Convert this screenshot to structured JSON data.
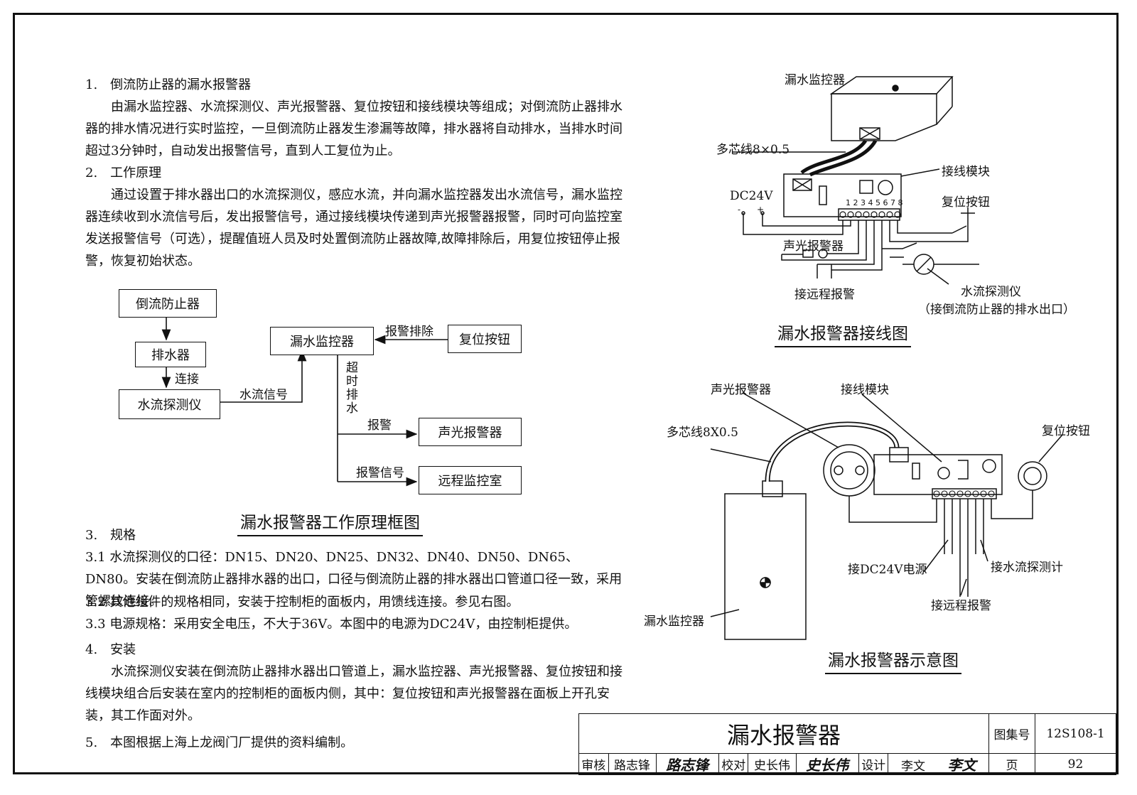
{
  "sections": {
    "s1_heading": "1.　倒流防止器的漏水报警器",
    "s1_body": "由漏水监控器、水流探测仪、声光报警器、复位按钮和接线模块等组成；对倒流防止器排水器的排水情况进行实时监控，一旦倒流防止器发生渗漏等故障，排水器将自动排水，当排水时间超过3分钟时，自动发出报警信号，直到人工复位为止。",
    "s2_heading": "2.　工作原理",
    "s2_body": "通过设置于排水器出口的水流探测仪，感应水流，并向漏水监控器发出水流信号，漏水监控器连续收到水流信号后，发出报警信号，通过接线模块传递到声光报警器报警，同时可向监控室发送报警信号（可选），提醒值班人员及时处置倒流防止器故障,故障排除后，用复位按钮停止报警，恢复初始状态。",
    "s3_heading": "3.　规格",
    "s3_1": "3.1 水流探测仪的口径：DN15、DN20、DN25、DN32、DN40、DN50、DN65、DN80。安装在倒流防止器排水器的出口，口径与倒流防止器的排水器出口管道口径一致，采用管螺纹连接。",
    "s3_2": "3.2 其他组件的规格相同，安装于控制柜的面板内，用馈线连接。参见右图。",
    "s3_3": "3.3 电源规格：采用安全电压，不大于36V。本图中的电源为DC24V，由控制柜提供。",
    "s4_heading": "4.　安装",
    "s4_body": "水流探测仪安装在倒流防止器排水器出口管道上，漏水监控器、声光报警器、复位按钮和接线模块组合后安装在室内的控制柜的面板内侧，其中：复位按钮和声光报警器在面板上开孔安装，其工作面对外。",
    "s5": "5.　本图根据上海上龙阀门厂提供的资料编制。"
  },
  "flow": {
    "title": "漏水报警器工作原理框图",
    "backflow": "倒流防止器",
    "drain": "排水器",
    "connect": "连接",
    "detector": "水流探测仪",
    "flow_signal": "水流信号",
    "monitor": "漏水监控器",
    "alarm_clear": "报警排除",
    "reset": "复位按钮",
    "timed_drain": "超时排水",
    "alarm": "报警",
    "sound_light": "声光报警器",
    "alarm_signal": "报警信号",
    "remote_room": "远程监控室"
  },
  "wiring": {
    "title": "漏水报警器接线图",
    "monitor": "漏水监控器",
    "cable": "多芯线8×0.5",
    "module": "接线模块",
    "dc": "DC24V",
    "reset": "复位按钮",
    "sound_light": "声光报警器",
    "remote": "接远程报警",
    "detector": "水流探测仪",
    "detector_note": "（接倒流防止器的排水出口）",
    "terminals": [
      "1",
      "2",
      "3",
      "4",
      "5",
      "6",
      "7",
      "8"
    ],
    "minus": "-",
    "plus": "+"
  },
  "sketch": {
    "title": "漏水报警器示意图",
    "sound_light": "声光报警器",
    "module": "接线模块",
    "cable": "多芯线8X0.5",
    "reset": "复位按钮",
    "dc": "接DC24V电源",
    "detector": "接水流探测计",
    "remote": "接远程报警",
    "monitor": "漏水监控器"
  },
  "titleblock": {
    "name": "漏水报警器",
    "atlas_label": "图集号",
    "atlas_no": "12S108-1",
    "review": "审核",
    "reviewer": "路志锋",
    "reviewer_sig": "路志锋",
    "check": "校对",
    "checker": "史长伟",
    "checker_sig": "史长伟",
    "design": "设计",
    "designer": "李文",
    "designer_sig": "李文",
    "page_label": "页",
    "page_no": "92"
  }
}
